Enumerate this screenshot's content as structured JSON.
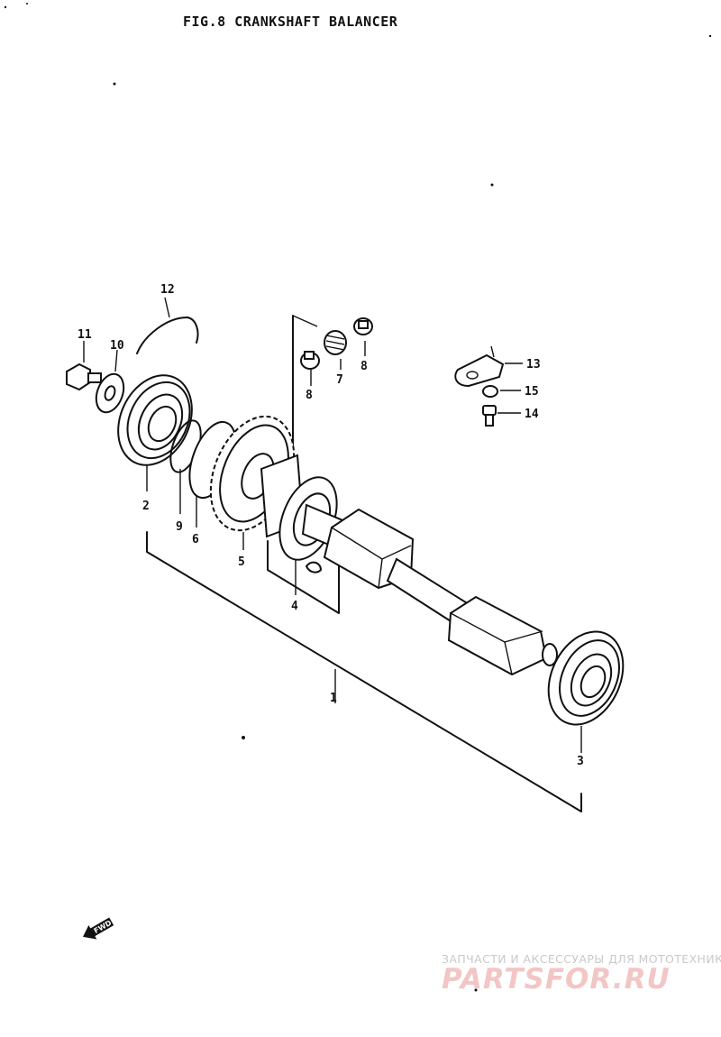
{
  "figure": {
    "title": "FIG.8  CRANKSHAFT BALANCER"
  },
  "callouts": {
    "c1": "1",
    "c2": "2",
    "c3": "3",
    "c4": "4",
    "c5": "5",
    "c6": "6",
    "c7": "7",
    "c8a": "8",
    "c8b": "8",
    "c9": "9",
    "c10": "10",
    "c11": "11",
    "c12": "12",
    "c13": "13",
    "c14": "14",
    "c15": "15"
  },
  "fwd_label": "FWD",
  "watermark": {
    "line1": "ЗАПЧАСТИ И АКСЕССУАРЫ ДЛЯ МОТОТЕХНИКИ",
    "logo": "PARTSFOR.RU"
  },
  "colors": {
    "ink": "#111111",
    "watermark_text": "#c9c9c9",
    "watermark_logo": "#f3c6c6"
  }
}
